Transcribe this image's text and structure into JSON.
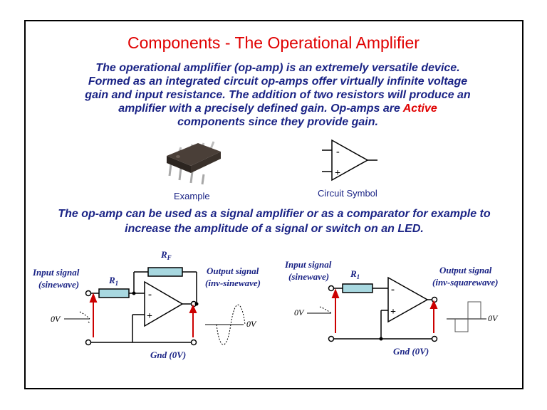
{
  "title": "Components - The Operational Amplifier",
  "intro": {
    "line1": "The operational amplifier (op-amp) is an extremely versatile device.",
    "line2": "Formed as an integrated circuit op-amps offer virtually infinite voltage",
    "line3": "gain and input resistance. The addition of two resistors will produce an",
    "line4_prefix": "amplifier with a precisely defined gain. Op-amps are ",
    "line4_active": "Active",
    "line5": "components since they provide gain."
  },
  "captions": {
    "example": "Example",
    "symbol": "Circuit Symbol"
  },
  "usage": {
    "line1": "The op-amp can be used as a signal amplifier or as a comparator for example to",
    "line2": "increase the amplitude of a signal or switch on an LED."
  },
  "amplifier_circuit": {
    "input_label_1": "Input signal",
    "input_label_2": "(sinewave)",
    "r1_label": "R",
    "r1_sub": "1",
    "rf_label": "R",
    "rf_sub": "F",
    "output_label_1": "Output signal",
    "output_label_2": "(inv-sinewave)",
    "zero_v_in": "0V",
    "zero_v_out": "0V",
    "gnd": "Gnd (0V)",
    "minus": "-",
    "plus": "+"
  },
  "comparator_circuit": {
    "input_label_1": "Input signal",
    "input_label_2": "(sinewave)",
    "r1_label": "R",
    "r1_sub": "1",
    "output_label_1": "Output signal",
    "output_label_2": "(inv-squarewave)",
    "zero_v_in": "0V",
    "zero_v_out": "0V",
    "gnd": "Gnd (0V)",
    "minus": "-",
    "plus": "+"
  },
  "colors": {
    "title": "#e00000",
    "text": "#1a2385",
    "arrow": "#cc0000",
    "resistor": "#a8d8e0"
  }
}
